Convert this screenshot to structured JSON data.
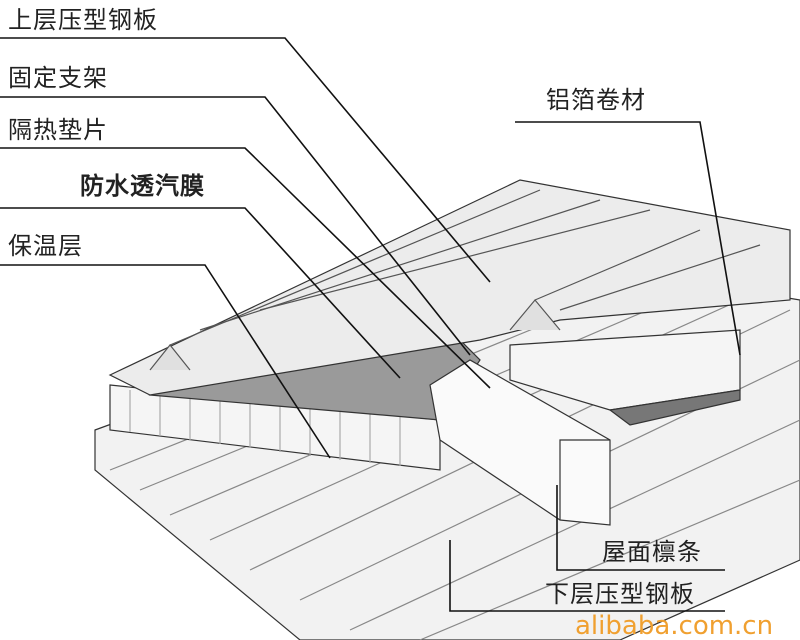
{
  "labels": {
    "upper_sheet": "上层压型钢板",
    "fixed_bracket": "固定支架",
    "thermal_pad": "隔热垫片",
    "breathable_membrane": "防水透汽膜",
    "insulation": "保温层",
    "foil": "铝箔卷材",
    "purlin": "屋面檩条",
    "lower_sheet": "下层压型钢板"
  },
  "watermark": "alibaba.com.cn",
  "colors": {
    "line": "#222222",
    "panel": "#e8e8e8",
    "insulation": "#999999",
    "watermark": "#f0a030"
  }
}
